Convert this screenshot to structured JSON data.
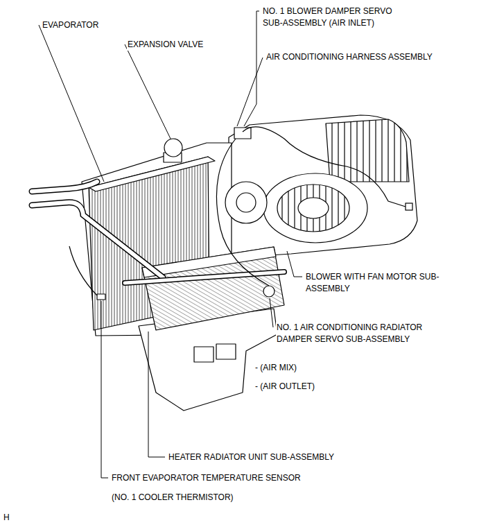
{
  "diagram": {
    "labels": [
      "EVAPORATOR",
      "EXPANSION VALVE",
      "NO. 1 BLOWER DAMPER SERVO SUB-ASSEMBLY (AIR INLET)",
      "AIR CONDITIONING HARNESS ASSEMBLY",
      "BLOWER WITH FAN MOTOR SUB-ASSEMBLY",
      "NO. 1 AIR CONDITIONING RADIATOR DAMPER SERVO SUB-ASSEMBLY",
      "- (AIR MIX)",
      "- (AIR OUTLET)",
      "HEATER RADIATOR UNIT SUB-ASSEMBLY",
      "FRONT EVAPORATOR TEMPERATURE SENSOR",
      "(NO. 1 COOLER THERMISTOR)",
      "H"
    ]
  }
}
